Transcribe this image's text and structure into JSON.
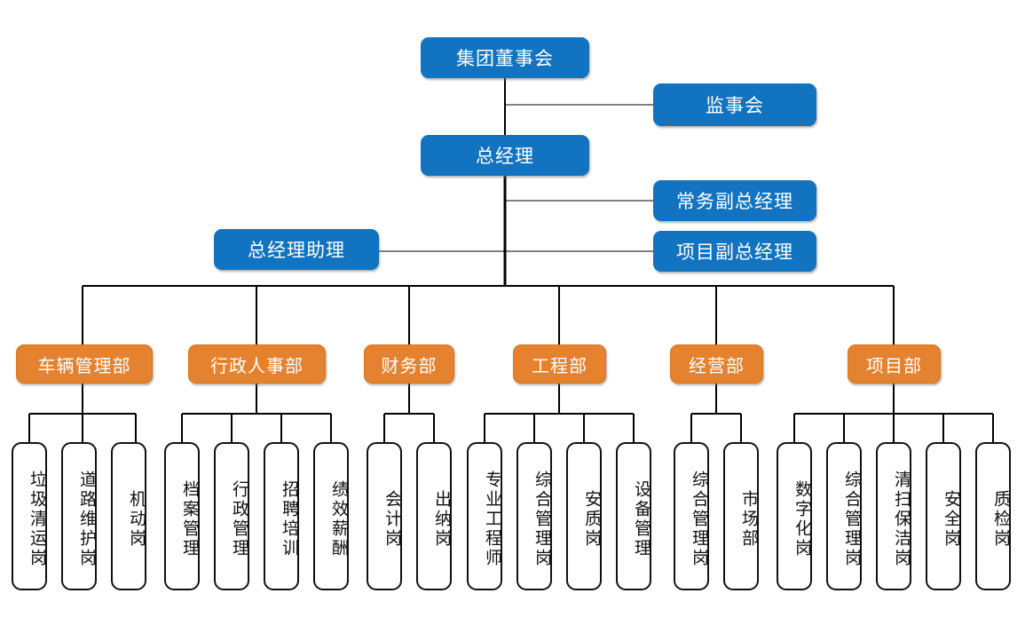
{
  "chart_title": "",
  "colors": {
    "blue": "#1273C1",
    "orange": "#E5822F",
    "leaf_border": "#111111",
    "leaf_bg": "#FFFFFF",
    "line": "#000000",
    "background": "#FFFFFF"
  },
  "org_chart": {
    "type": "diagram",
    "levels": [
      {
        "level": 1,
        "nodes": [
          {
            "id": "board",
            "label": "集团董事会",
            "style": "blue"
          }
        ]
      },
      {
        "level": 2,
        "nodes": [
          {
            "id": "supervisory",
            "label": "监事会",
            "style": "blue"
          },
          {
            "id": "gm",
            "label": "总经理",
            "style": "blue"
          }
        ]
      },
      {
        "level": 3,
        "nodes": [
          {
            "id": "exec-vice-gm",
            "label": "常务副总经理",
            "style": "blue"
          },
          {
            "id": "project-vice-gm",
            "label": "项目副总经理",
            "style": "blue"
          },
          {
            "id": "gm-assistant",
            "label": "总经理助理",
            "style": "blue"
          }
        ]
      },
      {
        "level": 4,
        "nodes": [
          {
            "id": "dept-vehicle",
            "label": "车辆管理部",
            "style": "orange"
          },
          {
            "id": "dept-admin-hr",
            "label": "行政人事部",
            "style": "orange"
          },
          {
            "id": "dept-finance",
            "label": "财务部",
            "style": "orange"
          },
          {
            "id": "dept-engineering",
            "label": "工程部",
            "style": "orange"
          },
          {
            "id": "dept-operations",
            "label": "经营部",
            "style": "orange"
          },
          {
            "id": "dept-project",
            "label": "项目部",
            "style": "orange"
          }
        ]
      }
    ],
    "posts": [
      {
        "id": "post-01",
        "label": "垃圾清运岗",
        "parent": "dept-vehicle"
      },
      {
        "id": "post-02",
        "label": "道路维护岗",
        "parent": "dept-vehicle"
      },
      {
        "id": "post-03",
        "label": "机动岗",
        "parent": "dept-vehicle"
      },
      {
        "id": "post-04",
        "label": "档案管理",
        "parent": "dept-admin-hr"
      },
      {
        "id": "post-05",
        "label": "行政管理",
        "parent": "dept-admin-hr"
      },
      {
        "id": "post-06",
        "label": "招聘培训",
        "parent": "dept-admin-hr"
      },
      {
        "id": "post-07",
        "label": "绩效薪酬",
        "parent": "dept-admin-hr"
      },
      {
        "id": "post-08",
        "label": "会计岗",
        "parent": "dept-finance"
      },
      {
        "id": "post-09",
        "label": "出纳岗",
        "parent": "dept-finance"
      },
      {
        "id": "post-10",
        "label": "专业工程师",
        "parent": "dept-engineering"
      },
      {
        "id": "post-11",
        "label": "综合管理岗",
        "parent": "dept-engineering"
      },
      {
        "id": "post-12",
        "label": "安质岗",
        "parent": "dept-engineering"
      },
      {
        "id": "post-13",
        "label": "设备管理",
        "parent": "dept-engineering"
      },
      {
        "id": "post-14",
        "label": "综合管理岗",
        "parent": "dept-operations"
      },
      {
        "id": "post-15",
        "label": "市场部",
        "parent": "dept-operations"
      },
      {
        "id": "post-16",
        "label": "数字化岗",
        "parent": "dept-project"
      },
      {
        "id": "post-17",
        "label": "综合管理岗",
        "parent": "dept-project"
      },
      {
        "id": "post-18",
        "label": "清扫保洁岗",
        "parent": "dept-project"
      },
      {
        "id": "post-19",
        "label": "安全岗",
        "parent": "dept-project"
      },
      {
        "id": "post-20",
        "label": "质检岗",
        "parent": "dept-project"
      }
    ]
  }
}
